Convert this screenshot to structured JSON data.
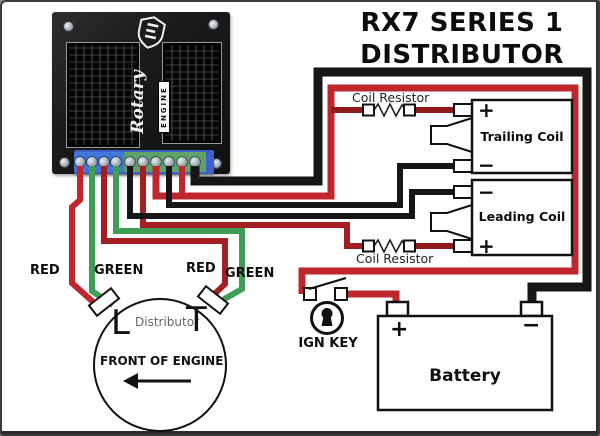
{
  "title": {
    "line1": "RX7 SERIES 1",
    "line2": "DISTRIBUTOR"
  },
  "module": {
    "brand_script": "Rotary",
    "brand_badge": "ENGINE",
    "terminal_blue_count": 4,
    "terminal_green_count": 6
  },
  "labels": {
    "coil_resistor": "Coil Resistor",
    "wire_labels": [
      "RED",
      "GREEN",
      "RED",
      "GREEN"
    ]
  },
  "coils": {
    "trailing": {
      "name": "Trailing Coil",
      "top_sign": "+",
      "bottom_sign": "−"
    },
    "leading": {
      "name": "Leading Coil",
      "top_sign": "−",
      "bottom_sign": "+"
    }
  },
  "battery": {
    "label": "Battery",
    "plus": "+",
    "minus": "−"
  },
  "ign_key": {
    "label": "IGN KEY"
  },
  "distributor": {
    "left_terminal": "L",
    "name": "Distributor",
    "right_terminal": "T",
    "front_label": "FRONT OF ENGINE"
  },
  "colors": {
    "wire_red": "#c0272d",
    "wire_dark_red": "#a61e22",
    "wire_green": "#3f9e55",
    "wire_black": "#161616",
    "terminal_blue": "#4276d8",
    "terminal_green": "#5fa36b"
  }
}
